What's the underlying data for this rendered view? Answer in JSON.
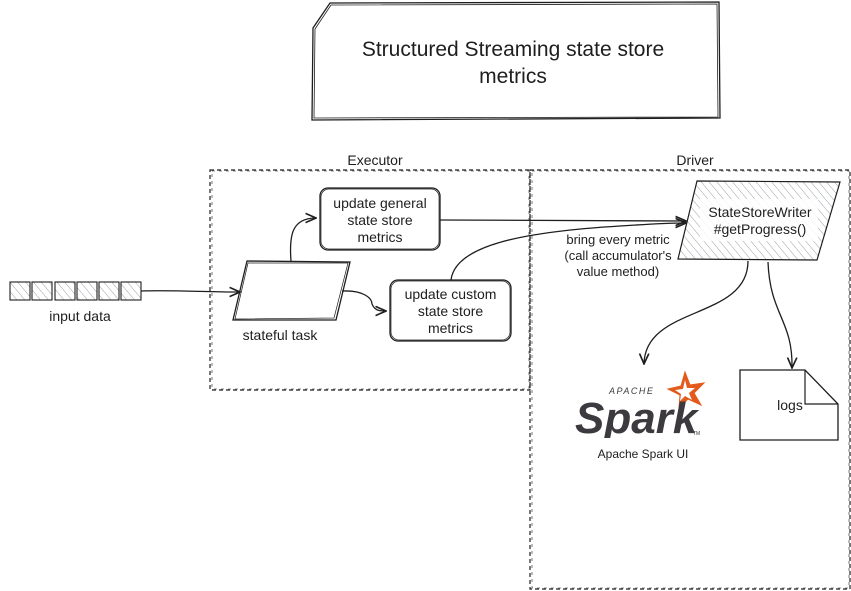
{
  "title": {
    "line1": "Structured Streaming state store",
    "line2": "metrics"
  },
  "containers": {
    "executor": "Executor",
    "driver": "Driver"
  },
  "nodes": {
    "input_data": "input data",
    "stateful_task": "stateful task",
    "update_general": {
      "line1": "update general",
      "line2": "state store",
      "line3": "metrics"
    },
    "update_custom": {
      "line1": "update custom",
      "line2": "state store",
      "line3": "metrics"
    },
    "state_store_writer": {
      "line1": "StateStoreWriter",
      "line2": "#getProgress()"
    },
    "logs": "logs",
    "spark_ui": "Apache Spark UI"
  },
  "edges": {
    "bring_metric": {
      "line1": "bring every metric",
      "line2": "(call accumulator's",
      "line3": "value method)"
    }
  },
  "logo": {
    "apache": "APACHE",
    "spark": "Spark",
    "tm": "TM"
  },
  "colors": {
    "stroke": "#1e1e1e",
    "writer_fill": "#e9ecef",
    "spark_orange": "#e25a1c",
    "spark_dark": "#3c3a3e"
  }
}
